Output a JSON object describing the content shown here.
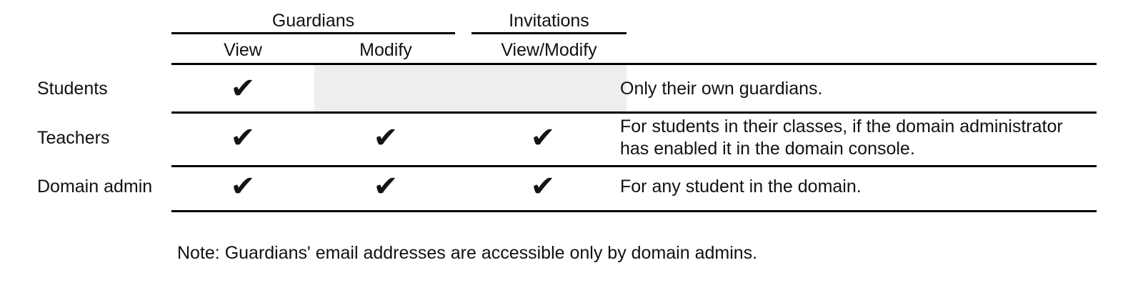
{
  "table": {
    "column_groups": [
      {
        "label": "Guardians",
        "span": 2
      },
      {
        "label": "Invitations",
        "span": 1
      }
    ],
    "columns": [
      {
        "label": "View"
      },
      {
        "label": "Modify"
      },
      {
        "label": "View/Modify"
      },
      {
        "label": ""
      }
    ],
    "rows": [
      {
        "label": "Students",
        "guardians_view": "✔",
        "guardians_modify": "",
        "invitations": "",
        "description": "Only their own guardians."
      },
      {
        "label": "Teachers",
        "guardians_view": "✔",
        "guardians_modify": "✔",
        "invitations": "✔",
        "description_line1": "For students in their classes, if the domain administrator",
        "description_line2": "has enabled it in the domain console."
      },
      {
        "label": "Domain admin",
        "guardians_view": "✔",
        "guardians_modify": "✔",
        "invitations": "✔",
        "description": "For any student in the domain."
      }
    ]
  },
  "footnote": {
    "text": "Note: Guardians' email addresses are accessible only by domain admins."
  },
  "colors": {
    "text": "#111111",
    "rule": "#000000",
    "shaded_cell": "#eeeeee",
    "background": "#ffffff"
  }
}
